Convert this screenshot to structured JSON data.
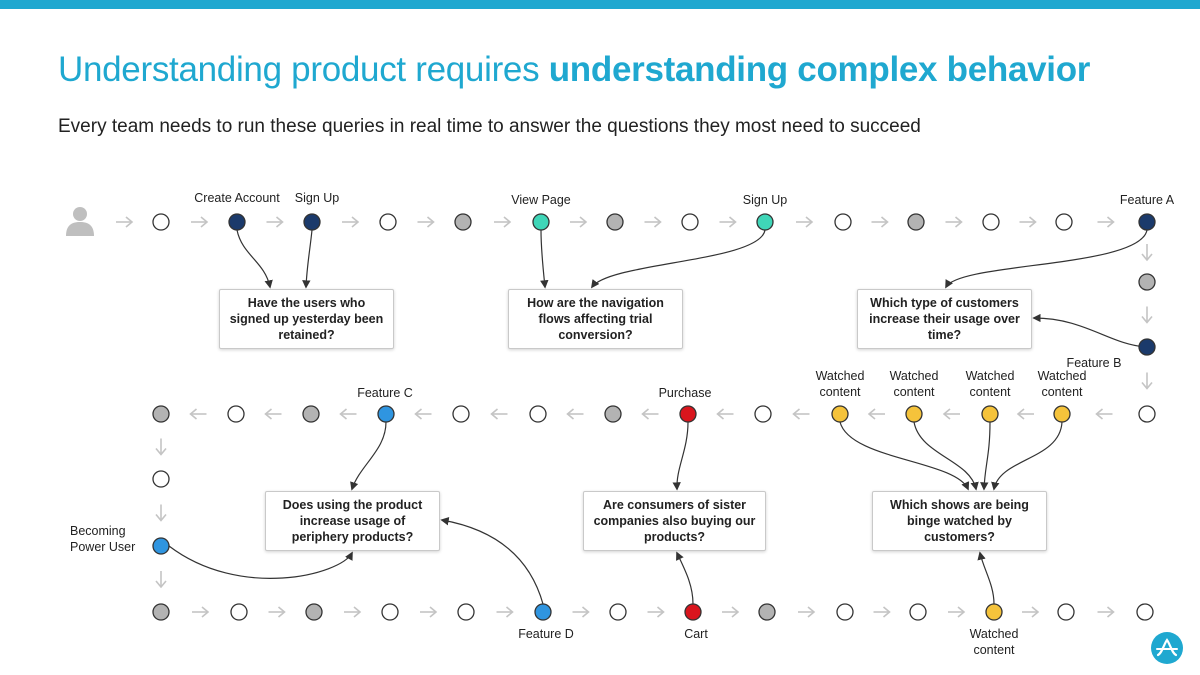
{
  "header": {
    "title_light": "Understanding product requires ",
    "title_bold": "understanding complex behavior",
    "subtitle": "Every team needs to run these queries in real time to answer the questions they most need to succeed"
  },
  "colors": {
    "accent": "#1fa8d0",
    "navy": "#1b3a6b",
    "teal": "#3fd6b8",
    "gray": "#b3b3b3",
    "yellow": "#f5c33b",
    "red": "#d9151d",
    "blue": "#2f95e0",
    "arrow": "#c4c4c4",
    "connector": "#333333"
  },
  "icons": {
    "user": "user-icon",
    "logo": "amplitude-logo"
  },
  "labels": {
    "create_account": "Create Account",
    "sign_up_1": "Sign Up",
    "view_page": "View Page",
    "sign_up_2": "Sign Up",
    "feature_a": "Feature A",
    "feature_b": "Feature B",
    "feature_c": "Feature C",
    "purchase": "Purchase",
    "watched_1": "Watched\ncontent",
    "watched_2": "Watched\ncontent",
    "watched_3": "Watched\ncontent",
    "watched_4": "Watched\ncontent",
    "becoming_power_user": "Becoming\nPower User",
    "feature_d": "Feature D",
    "cart": "Cart",
    "watched_bottom": "Watched\ncontent"
  },
  "questions": {
    "retained": "Have the users who signed up yesterday been retained?",
    "navigation": "How are the navigation flows affecting trial conversion?",
    "customers_type": "Which type of customers increase their usage over time?",
    "periphery": "Does using the product increase usage of periphery products?",
    "sister": "Are consumers of sister companies also buying our products?",
    "binge": "Which shows are being binge watched by customers?"
  }
}
